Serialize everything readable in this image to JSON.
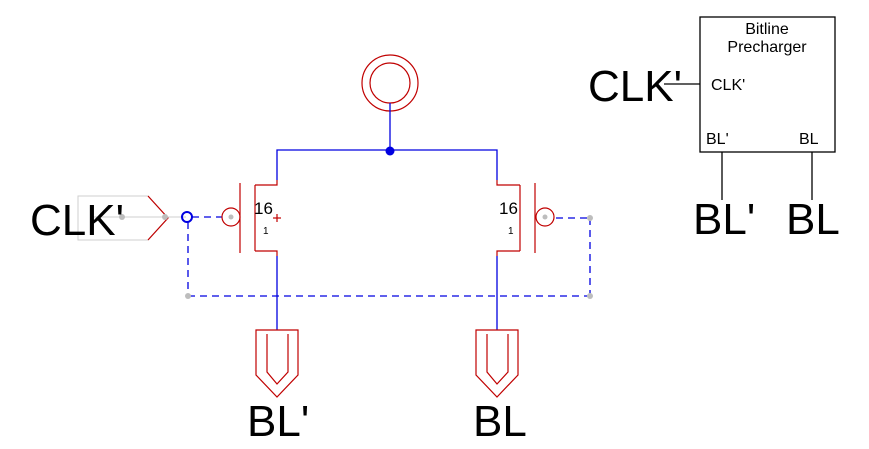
{
  "schematic": {
    "input_port_label": "CLK'",
    "left_pmos_width": "16",
    "left_pmos_length": "1",
    "right_pmos_width": "16",
    "right_pmos_length": "1",
    "output_left_label": "BL'",
    "output_right_label": "BL"
  },
  "symbol": {
    "title_line1": "Bitline",
    "title_line2": "Precharger",
    "pin_clk": "CLK'",
    "pin_bl_bar": "BL'",
    "pin_bl": "BL",
    "ext_clk_label": "CLK'",
    "ext_bl_bar_label": "BL'",
    "ext_bl_label": "BL"
  },
  "colors": {
    "wire": "#0000e0",
    "device": "#c00000",
    "symbol": "#000000"
  }
}
